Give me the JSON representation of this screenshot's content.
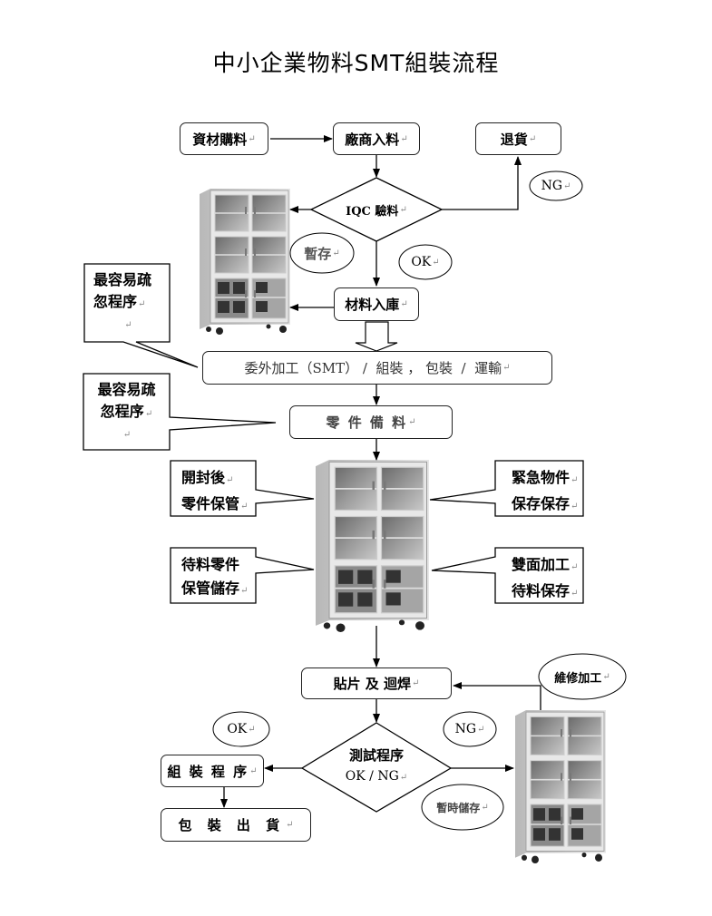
{
  "title": "中小企業物料SMT組裝流程",
  "return_mark": "↵",
  "nodes": {
    "purchase": "資材購料",
    "vendor_incoming": "廠商入料",
    "return_goods": "退貨",
    "iqc": "IQC 驗料",
    "warehouse_in": "材料入庫",
    "outsource": "委外加工（SMT） /  組裝 ， 包裝  /  運輸",
    "parts_prep": "零 件 備 料",
    "smt_reflow": "貼片 及 迴焊",
    "test_line1": "測試程序",
    "test_line2": "OK / NG",
    "assembly": "組 裝 程 序",
    "pack_ship": "包 裝 出 貨"
  },
  "ellipse_labels": {
    "ng_top": "NG",
    "temp_storage": "暫存",
    "ok_top": "OK",
    "repair": "維修加工",
    "ok_bottom": "OK",
    "ng_bottom": "NG",
    "temp_storage_bottom": "暫時儲存"
  },
  "callouts": {
    "easily_overlooked_1": [
      "最容易疏",
      "忽程序",
      ""
    ],
    "easily_overlooked_2": [
      "最容易疏",
      "忽程序",
      ""
    ],
    "after_open": [
      "開封後",
      "零件保管"
    ],
    "urgent": [
      "緊急物件",
      "保存保存"
    ],
    "pending_parts": [
      "待料零件",
      "保管儲存"
    ],
    "double_side": [
      "雙面加工",
      "待料保存"
    ]
  },
  "images": [
    "dry-cabinet",
    "dry-cabinet",
    "dry-cabinet"
  ]
}
